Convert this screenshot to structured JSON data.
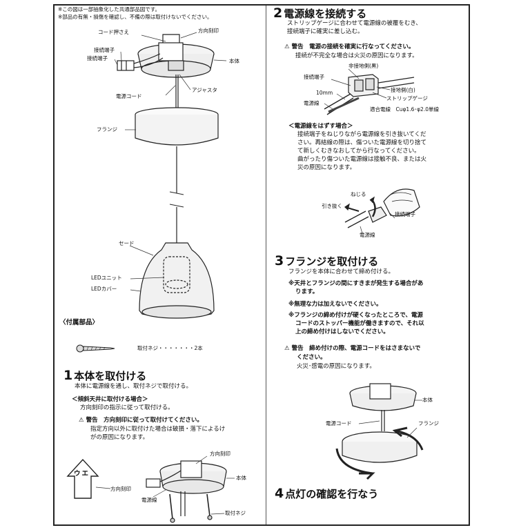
{
  "notes": [
    "※この図は一部抽象化した共通部品図です。",
    "※部品の有無・損傷を確認し、不備の際は取付けないでください。"
  ],
  "fixture_labels": {
    "cord_holder": "コード押さえ",
    "direction_mark": "方向刻印",
    "terminal_1": "接続端子",
    "terminal_2": "接続端子",
    "body": "本体",
    "power_cord": "電源コード",
    "adjuster": "アジャスタ",
    "flange": "フランジ",
    "shade": "セード",
    "led_unit": "LEDユニット",
    "led_cover": "LEDカバー"
  },
  "accessories": {
    "title": "〈付属部品〉",
    "item": "取付ネジ・・・・・・・2本"
  },
  "step1": {
    "num": "1",
    "title": "本体を取付ける",
    "desc": "本体に電源線を通し、取付ネジで取付ける。",
    "sub_title": "＜傾斜天井に取付ける場合＞",
    "sub_desc": "方向刻印の指示に従って取付ける。",
    "warning": "警告　方向刻印に従って取付けてください。",
    "warning_lines": [
      "指定方向以外に取付けた場合は破損・落下によるけ",
      "がの原因になります。"
    ],
    "diagram": {
      "arrow_text": "ウエ",
      "direction_mark": "方向刻印",
      "direction_mark_top": "方向刻印",
      "body": "本体",
      "power_wire": "電源線",
      "screw": "取付ネジ"
    }
  },
  "step2": {
    "num": "2",
    "title": "電源線を接続する",
    "desc_lines": [
      "ストリップゲージに合わせて電源線の被覆をむき、",
      "接続端子に確実に差し込む。"
    ],
    "warning": "警告　電源の接続を確実に行なってください。",
    "warning_desc": "接続が不完全な場合は火災の原因になります。",
    "diagram": {
      "non_ground": "非接地側(黒)",
      "terminal": "接続端子",
      "ten_mm": "10mm",
      "ground": "接地側(白)",
      "strip_gauge": "ストリップゲージ",
      "wire": "電源線",
      "suitable_wire": "適合電線　Cuφ1.6･φ2.0単線"
    },
    "removal_title": "＜電源線をはずす場合＞",
    "removal_lines": [
      "接続端子をねじりながら電源線を引き抜いてくだ",
      "さい。再結線の際は、傷ついた電源線を切り捨て",
      "て新しくむきなおしてから行なってください。",
      "曲がったり傷ついた電源線は接触不良、または火",
      "災の原因になります。"
    ],
    "removal_diagram": {
      "twist": "ねじる",
      "pull": "引き抜く",
      "terminal": "接続端子",
      "wire": "電源線"
    }
  },
  "step3": {
    "num": "3",
    "title": "フランジを取付ける",
    "desc": "フランジを本体に合わせて締め付ける。",
    "notes": [
      [
        "※天井とフランジの間にすきまが発生する場合があ",
        "ります。"
      ],
      [
        "※無理な力は加えないでください。"
      ],
      [
        "※フランジの締め付けが硬くなったところで、電源",
        "コードのストッパー機能が働きますので、それ以",
        "上の締め付けはしないでください。"
      ]
    ],
    "warning_lines": [
      "警告　締め付けの際、電源コードをはさまないで",
      "ください。"
    ],
    "warning_desc": "火災･感電の原因になります。",
    "diagram": {
      "body": "本体",
      "power_cord": "電源コード",
      "flange": "フランジ"
    }
  },
  "step4": {
    "num": "4",
    "title": "点灯の確認を行なう"
  }
}
